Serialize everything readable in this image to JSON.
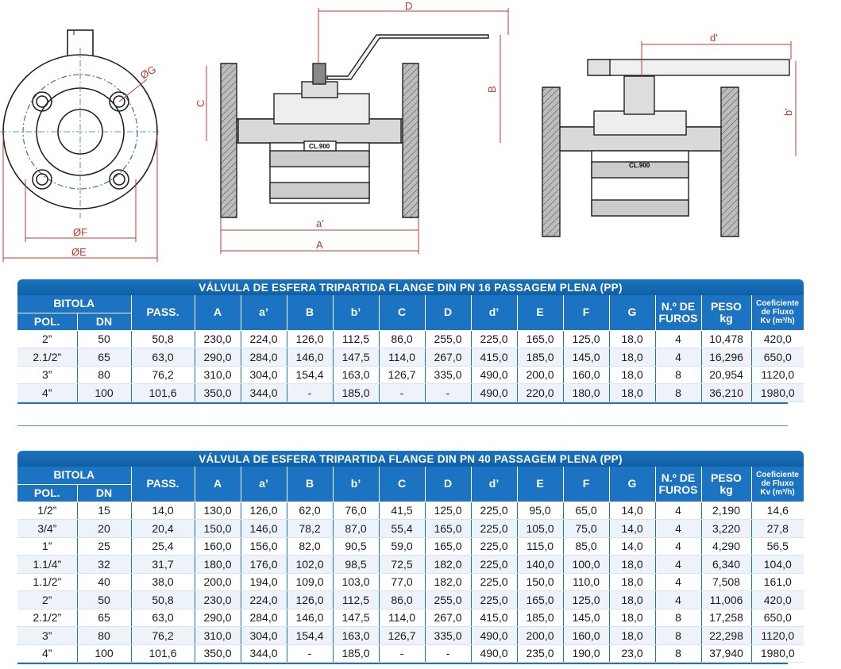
{
  "drawing_labels": {
    "phi_g": "ØG",
    "phi_f": "ØF",
    "phi_e": "ØE",
    "d": "D",
    "c": "C",
    "b": "B",
    "a_prime": "a'",
    "a": "A",
    "d_prime": "d'",
    "b_prime": "b'",
    "body_marking": "CL.900"
  },
  "header": {
    "bitola": "BITOLA",
    "pol": "POL.",
    "dn": "DN",
    "pass": "PASS.",
    "a": "A",
    "a_prime": "a’",
    "b": "B",
    "b_prime": "b’",
    "c": "C",
    "d": "D",
    "d_prime": "d’",
    "e": "E",
    "f": "F",
    "g": "G",
    "furos_1": "N.º DE",
    "furos_2": "FUROS",
    "peso_1": "PESO",
    "peso_2": "kg",
    "coef_1": "Coeficiente",
    "coef_2": "de Fluxo",
    "coef_3": "Kv (m³/h)"
  },
  "table_pn16": {
    "title": "VÁLVULA DE ESFERA TRIPARTIDA FLANGE DIN PN 16 PASSAGEM PLENA (PP)",
    "rows": [
      [
        "2”",
        "50",
        "50,8",
        "230,0",
        "224,0",
        "126,0",
        "112,5",
        "86,0",
        "255,0",
        "225,0",
        "165,0",
        "125,0",
        "18,0",
        "4",
        "10,478",
        "420,0"
      ],
      [
        "2.1/2”",
        "65",
        "63,0",
        "290,0",
        "284,0",
        "146,0",
        "147,5",
        "114,0",
        "267,0",
        "415,0",
        "185,0",
        "145,0",
        "18,0",
        "4",
        "16,296",
        "650,0"
      ],
      [
        "3”",
        "80",
        "76,2",
        "310,0",
        "304,0",
        "154,4",
        "163,0",
        "126,7",
        "335,0",
        "490,0",
        "200,0",
        "160,0",
        "18,0",
        "8",
        "20,954",
        "1120,0"
      ],
      [
        "4”",
        "100",
        "101,6",
        "350,0",
        "344,0",
        "-",
        "185,0",
        "-",
        "-",
        "490,0",
        "220,0",
        "180,0",
        "18,0",
        "8",
        "36,210",
        "1980,0"
      ]
    ]
  },
  "table_pn40": {
    "title": "VÁLVULA DE ESFERA TRIPARTIDA FLANGE DIN PN 40 PASSAGEM PLENA (PP)",
    "rows": [
      [
        "1/2”",
        "15",
        "14,0",
        "130,0",
        "126,0",
        "62,0",
        "76,0",
        "41,5",
        "125,0",
        "225,0",
        "95,0",
        "65,0",
        "14,0",
        "4",
        "2,190",
        "14,6"
      ],
      [
        "3/4”",
        "20",
        "20,4",
        "150,0",
        "146,0",
        "78,2",
        "87,0",
        "55,4",
        "165,0",
        "225,0",
        "105,0",
        "75,0",
        "14,0",
        "4",
        "3,220",
        "27,8"
      ],
      [
        "1”",
        "25",
        "25,4",
        "160,0",
        "156,0",
        "82,0",
        "90,5",
        "59,0",
        "165,0",
        "225,0",
        "115,0",
        "85,0",
        "14,0",
        "4",
        "4,290",
        "56,5"
      ],
      [
        "1.1/4”",
        "32",
        "31,7",
        "180,0",
        "176,0",
        "102,0",
        "98,5",
        "72,5",
        "182,0",
        "225,0",
        "140,0",
        "100,0",
        "18,0",
        "4",
        "6,340",
        "104,0"
      ],
      [
        "1.1/2”",
        "40",
        "38,0",
        "200,0",
        "194,0",
        "109,0",
        "103,0",
        "77,0",
        "182,0",
        "225,0",
        "150,0",
        "110,0",
        "18,0",
        "4",
        "7,508",
        "161,0"
      ],
      [
        "2”",
        "50",
        "50,8",
        "230,0",
        "224,0",
        "126,0",
        "112,5",
        "86,0",
        "255,0",
        "225,0",
        "165,0",
        "125,0",
        "18,0",
        "4",
        "11,006",
        "420,0"
      ],
      [
        "2.1/2”",
        "65",
        "63,0",
        "290,0",
        "284,0",
        "146,0",
        "147,5",
        "114,0",
        "267,0",
        "415,0",
        "185,0",
        "145,0",
        "18,0",
        "8",
        "17,258",
        "650,0"
      ],
      [
        "3”",
        "80",
        "76,2",
        "310,0",
        "304,0",
        "154,4",
        "163,0",
        "126,7",
        "335,0",
        "490,0",
        "200,0",
        "160,0",
        "18,0",
        "8",
        "22,298",
        "1120,0"
      ],
      [
        "4”",
        "100",
        "101,6",
        "350,0",
        "344,0",
        "-",
        "185,0",
        "-",
        "-",
        "490,0",
        "235,0",
        "190,0",
        "23,0",
        "8",
        "37,940",
        "1980,0"
      ]
    ]
  }
}
